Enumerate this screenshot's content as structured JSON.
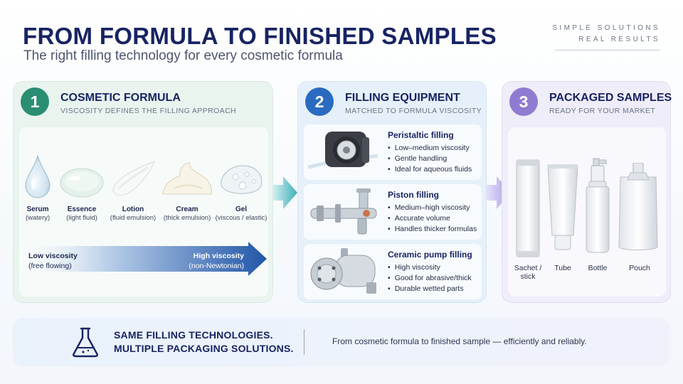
{
  "header": {
    "title": "FROM FORMULA TO FINISHED SAMPLES",
    "subtitle": "The right filling technology for every cosmetic formula",
    "tagline_line1": "SIMPLE SOLUTIONS",
    "tagline_line2": "REAL RESULTS"
  },
  "steps": [
    {
      "number": "1",
      "title": "COSMETIC FORMULA",
      "subtitle": "VISCOSITY DEFINES THE FILLING APPROACH",
      "formulas": [
        {
          "name": "Serum",
          "desc": "(watery)"
        },
        {
          "name": "Essence",
          "desc": "(light fluid)"
        },
        {
          "name": "Lotion",
          "desc": "(fluid emulsion)"
        },
        {
          "name": "Cream",
          "desc": "(thick emulsion)"
        },
        {
          "name": "Gel",
          "desc": "(viscous / elastic)"
        }
      ],
      "viscosity": {
        "low_label": "Low viscosity",
        "low_desc": "(free flowing)",
        "high_label": "High viscosity",
        "high_desc": "(non-Newtonian)"
      }
    },
    {
      "number": "2",
      "title": "FILLING EQUIPMENT",
      "subtitle": "MATCHED TO FORMULA VISCOSITY",
      "equipment": [
        {
          "title": "Peristaltic filling",
          "points": [
            "Low–medium viscosity",
            "Gentle handling",
            "Ideal for aqueous fluids"
          ]
        },
        {
          "title": "Piston filling",
          "points": [
            "Medium–high viscosity",
            "Accurate volume",
            "Handles thicker formulas"
          ]
        },
        {
          "title": "Ceramic pump filling",
          "points": [
            "High viscosity",
            "Good for abrasive/thick",
            "Durable wetted parts"
          ]
        }
      ]
    },
    {
      "number": "3",
      "title": "PACKAGED SAMPLES",
      "subtitle": "READY FOR YOUR MARKET",
      "packages": [
        {
          "label_line1": "Sachet /",
          "label_line2": "stick"
        },
        {
          "label_line1": "Tube",
          "label_line2": ""
        },
        {
          "label_line1": "Bottle",
          "label_line2": ""
        },
        {
          "label_line1": "Pouch",
          "label_line2": ""
        }
      ]
    }
  ],
  "footer": {
    "headline_line1": "SAME FILLING TECHNOLOGIES.",
    "headline_line2": "MULTIPLE PACKAGING SOLUTIONS.",
    "text": "From cosmetic formula to finished sample — efficiently and reliably.",
    "icon": "flask-icon"
  },
  "colors": {
    "title_navy": "#182462",
    "step1_green": "#2a8e72",
    "step2_blue": "#2a6bbf",
    "step3_purple": "#8f7bd0",
    "viscosity_gradient_end": "#2256a8",
    "flow_arrow_teal": "#3bb0b8",
    "flow_arrow_lavender": "#a99ae6"
  }
}
